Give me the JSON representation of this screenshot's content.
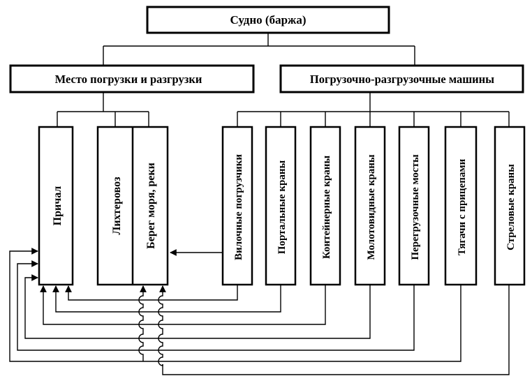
{
  "root": {
    "label": "Судно (баржа)"
  },
  "left_group": {
    "label": "Место погрузки и разгрузки",
    "items": [
      "Причал",
      "Лихтеровоз",
      "Берег моря, реки"
    ]
  },
  "right_group": {
    "label": "Погрузочно-разгрузочные машины",
    "items": [
      "Вилочные погрузчики",
      "Портальные краны",
      "Контейнерные краны",
      "Молотовидные краны",
      "Перегрузочные мосты",
      "Тягачи с прицепами",
      "Стреловые краны"
    ]
  }
}
